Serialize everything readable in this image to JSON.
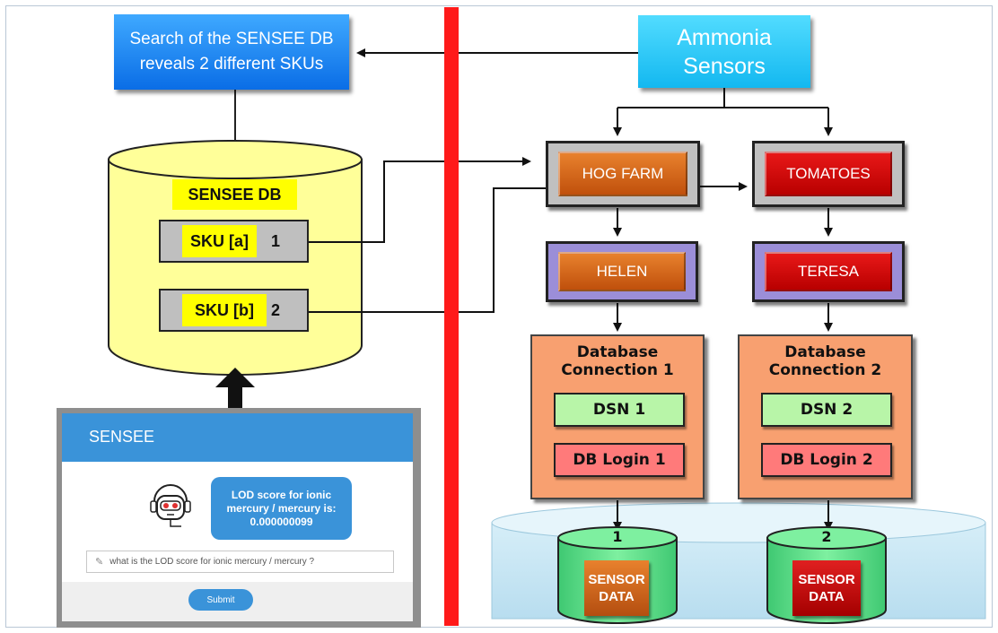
{
  "left": {
    "search_text": "Search of the SENSEE DB reveals 2 different SKUs",
    "db_title": "SENSEE DB",
    "skus": [
      {
        "label": "SKU [a]",
        "number": "1"
      },
      {
        "label": "SKU [b]",
        "number": "2"
      }
    ]
  },
  "right": {
    "ammonia": "Ammonia Sensors",
    "hog_farm": "HOG FARM",
    "tomatoes": "TOMATOES",
    "helen": "HELEN",
    "teresa": "TERESA",
    "connections": [
      {
        "title": "Database Connection 1",
        "dsn": "DSN 1",
        "login": "DB Login 1",
        "db_number": "1",
        "sensor": "SENSOR DATA"
      },
      {
        "title": "Database Connection 2",
        "dsn": "DSN 2",
        "login": "DB Login 2",
        "db_number": "2",
        "sensor": "SENSOR DATA"
      }
    ]
  },
  "chat": {
    "title": "SENSEE",
    "bubble": "LOD score for ionic mercury / mercury is: 0.000000099",
    "input_value": "what is the LOD score for ionic mercury / mercury ?",
    "submit": "Submit"
  },
  "colors": {
    "divider": "#ff1a1a",
    "search_box": "#1f86f0",
    "ammonia_box": "#2bc6f5",
    "orange_button": "#d9661c",
    "red_button": "#d60000",
    "db_connection": "#f8a070",
    "dsn": "#b8f5a8",
    "login": "#ff7a7a",
    "sensee_db": "#ffff99",
    "sensor_cylinder": "#66e08e",
    "chat_blue": "#3a93d9"
  }
}
